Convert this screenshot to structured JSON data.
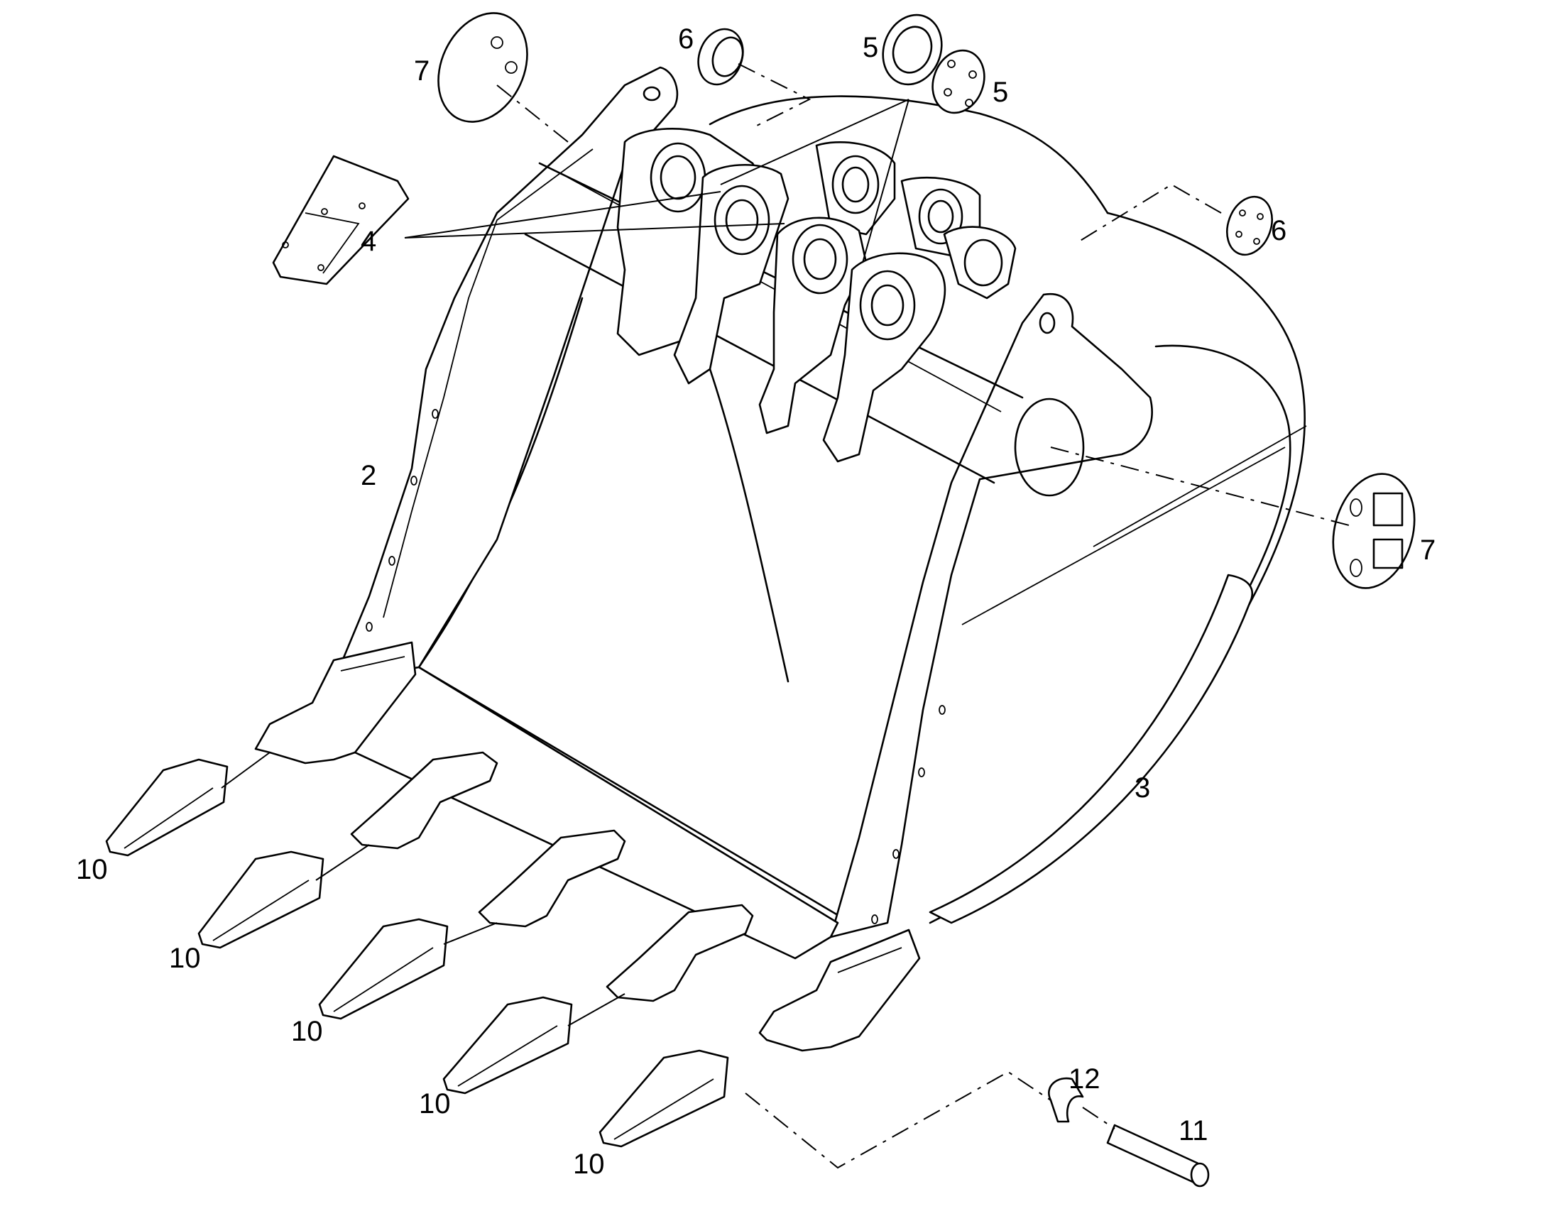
{
  "callouts": {
    "c2": "2",
    "c3": "3",
    "c4": "4",
    "c5a": "5",
    "c5b": "5",
    "c6a": "6",
    "c6b": "6",
    "c7a": "7",
    "c7b": "7",
    "c10a": "10",
    "c10b": "10",
    "c10c": "10",
    "c10d": "10",
    "c10e": "10",
    "c11": "11",
    "c12": "12"
  }
}
